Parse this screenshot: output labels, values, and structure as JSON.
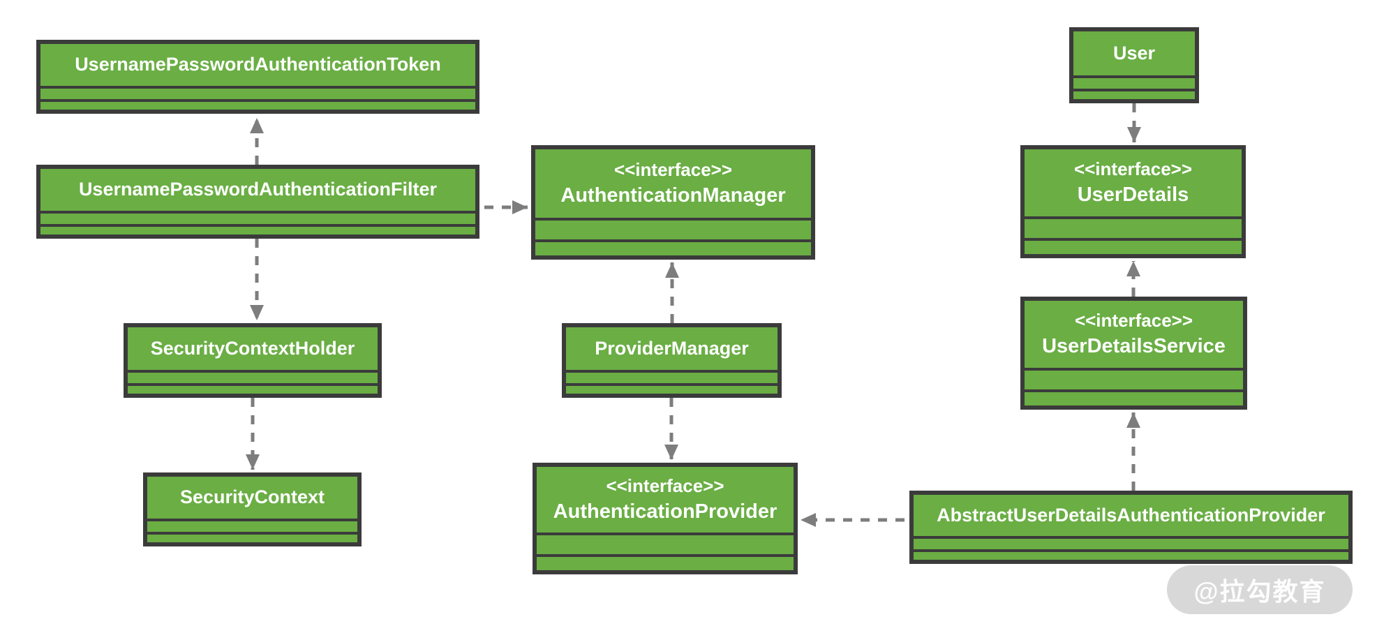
{
  "classes": {
    "token": {
      "name": "UsernamePasswordAuthenticationToken"
    },
    "filter": {
      "name": "UsernamePasswordAuthenticationFilter"
    },
    "security_context_holder": {
      "name": "SecurityContextHolder"
    },
    "security_context": {
      "name": "SecurityContext"
    },
    "authentication_manager": {
      "stereotype": "<<interface>>",
      "name": "AuthenticationManager"
    },
    "provider_manager": {
      "name": "ProviderManager"
    },
    "authentication_provider": {
      "stereotype": "<<interface>>",
      "name": "AuthenticationProvider"
    },
    "user": {
      "name": "User"
    },
    "user_details": {
      "stereotype": "<<interface>>",
      "name": "UserDetails"
    },
    "user_details_service": {
      "stereotype": "<<interface>>",
      "name": "UserDetailsService"
    },
    "abstract_provider": {
      "name": "AbstractUserDetailsAuthenticationProvider"
    }
  },
  "relations": [
    {
      "from": "UsernamePasswordAuthenticationFilter",
      "to": "UsernamePasswordAuthenticationToken",
      "style": "dashed-arrow",
      "direction": "up"
    },
    {
      "from": "UsernamePasswordAuthenticationFilter",
      "to": "AuthenticationManager",
      "style": "dashed-arrow",
      "direction": "right"
    },
    {
      "from": "UsernamePasswordAuthenticationFilter",
      "to": "SecurityContextHolder",
      "style": "dashed-arrow",
      "direction": "down"
    },
    {
      "from": "SecurityContextHolder",
      "to": "SecurityContext",
      "style": "dashed-arrow",
      "direction": "down"
    },
    {
      "from": "ProviderManager",
      "to": "AuthenticationManager",
      "style": "dashed-arrow",
      "direction": "up"
    },
    {
      "from": "ProviderManager",
      "to": "AuthenticationProvider",
      "style": "dashed-arrow",
      "direction": "down"
    },
    {
      "from": "AbstractUserDetailsAuthenticationProvider",
      "to": "AuthenticationProvider",
      "style": "dashed-arrow",
      "direction": "left"
    },
    {
      "from": "AbstractUserDetailsAuthenticationProvider",
      "to": "UserDetailsService",
      "style": "dashed-arrow",
      "direction": "up"
    },
    {
      "from": "UserDetailsService",
      "to": "UserDetails",
      "style": "dashed-arrow",
      "direction": "up"
    },
    {
      "from": "User",
      "to": "UserDetails",
      "style": "dashed-arrow",
      "direction": "down"
    }
  ],
  "watermark": {
    "text": "@拉勾教育"
  },
  "colors": {
    "box_fill": "#6aae44",
    "box_border": "#3b3b3b",
    "arrow": "#7d7d7d",
    "text": "#ffffff",
    "watermark_bg": "#d5d5d5",
    "watermark_text": "#ffffff",
    "background": "#ffffff"
  }
}
